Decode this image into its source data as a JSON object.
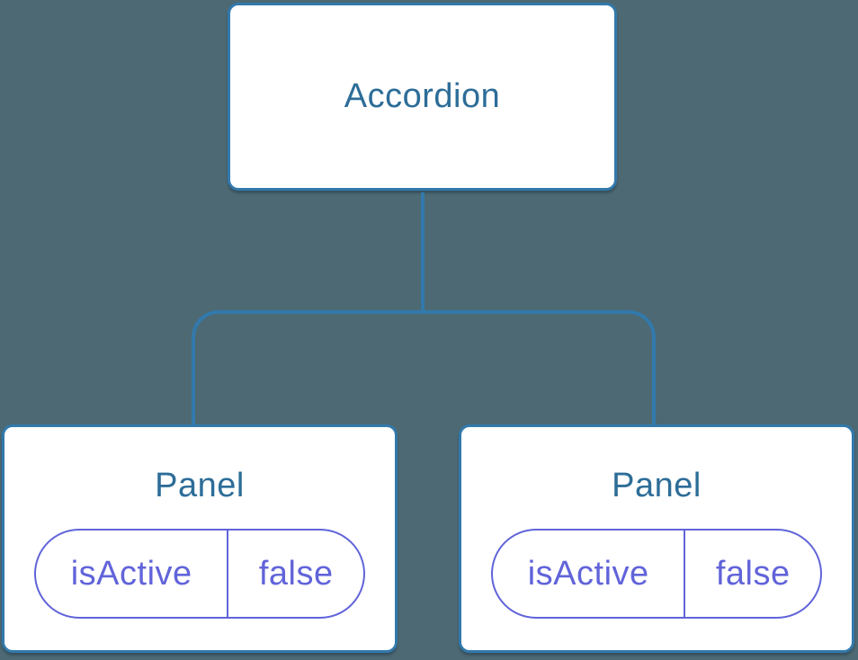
{
  "diagram": {
    "root": {
      "label": "Accordion"
    },
    "children": [
      {
        "label": "Panel",
        "state": {
          "key": "isActive",
          "value": "false"
        }
      },
      {
        "label": "Panel",
        "state": {
          "key": "isActive",
          "value": "false"
        }
      }
    ],
    "colors": {
      "background": "#4d6973",
      "connector": "#3279ac",
      "node_border": "#3279ac",
      "node_bg": "#ffffff",
      "node_text": "#2d6d98",
      "state_accent": "#6164d9"
    }
  }
}
